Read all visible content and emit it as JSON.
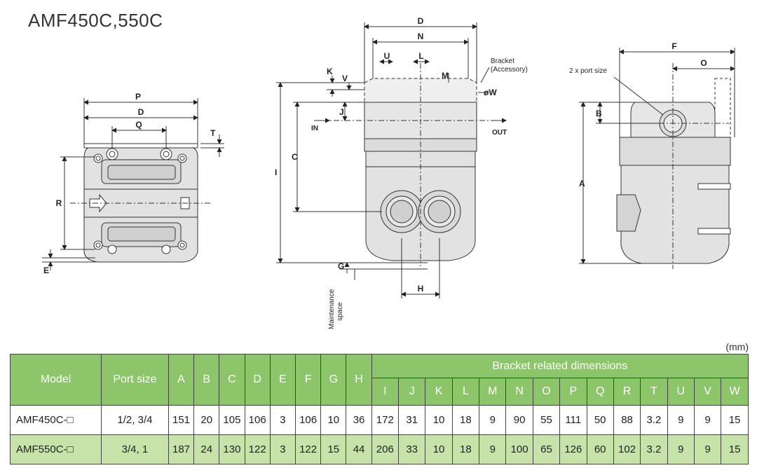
{
  "title": "AMF450C,550C",
  "unit": "(mm)",
  "labels": {
    "left": {
      "P": "P",
      "D": "D",
      "Q": "Q",
      "T": "T",
      "R": "R",
      "E": "E"
    },
    "middle": {
      "D": "D",
      "N": "N",
      "U": "U",
      "L": "L",
      "K": "K",
      "V": "V",
      "M": "M",
      "J": "J",
      "W": "øW",
      "C": "C",
      "I": "I",
      "G": "G",
      "H": "H",
      "IN": "IN",
      "OUT": "OUT",
      "bracket": "Bracket",
      "accessory": "(Accessory)",
      "maintenance1": "Maintenance",
      "maintenance2": "space"
    },
    "right": {
      "F": "F",
      "O": "O",
      "B": "B",
      "A": "A",
      "portsize": "2 x port size"
    }
  },
  "table": {
    "header_main": [
      "Model",
      "Port size",
      "A",
      "B",
      "C",
      "D",
      "E",
      "F",
      "G",
      "H"
    ],
    "header_group": "Bracket related dimensions",
    "header_sub": [
      "I",
      "J",
      "K",
      "L",
      "M",
      "N",
      "O",
      "P",
      "Q",
      "R",
      "T",
      "U",
      "V",
      "W"
    ],
    "rows": [
      {
        "model": "AMF450C-□",
        "cells": [
          "1/2, 3/4",
          "151",
          "20",
          "105",
          "106",
          "3",
          "106",
          "10",
          "36",
          "172",
          "31",
          "10",
          "18",
          "9",
          "90",
          "55",
          "111",
          "50",
          "88",
          "3.2",
          "9",
          "9",
          "15"
        ]
      },
      {
        "model": "AMF550C-□",
        "cells": [
          "3/4, 1",
          "187",
          "24",
          "130",
          "122",
          "3",
          "122",
          "15",
          "44",
          "206",
          "33",
          "10",
          "18",
          "9",
          "100",
          "65",
          "126",
          "60",
          "102",
          "3.2",
          "9",
          "9",
          "15"
        ]
      }
    ]
  },
  "colors": {
    "header_green": "#8cc56a",
    "row_green": "#c7e3a9",
    "body_gray": "#e2e2e2"
  }
}
